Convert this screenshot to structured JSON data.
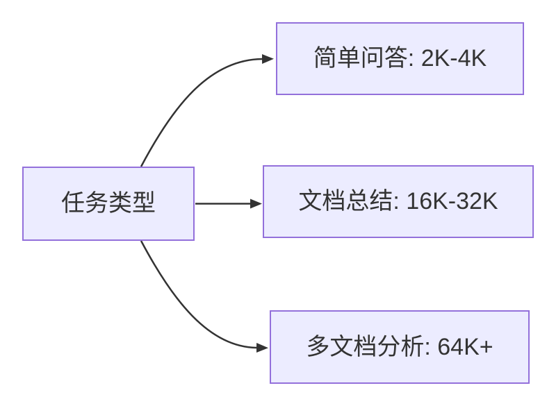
{
  "diagram": {
    "type": "flowchart-left-to-right",
    "root": {
      "id": "task-type",
      "label": "任务类型"
    },
    "branches": [
      {
        "id": "simple-qa",
        "label": "简单问答: 2K-4K"
      },
      {
        "id": "doc-summary",
        "label": "文档总结: 16K-32K"
      },
      {
        "id": "multi-doc-analysis",
        "label": "多文档分析: 64K+"
      }
    ],
    "edges": [
      {
        "from": "task-type",
        "to": "simple-qa"
      },
      {
        "from": "task-type",
        "to": "doc-summary"
      },
      {
        "from": "task-type",
        "to": "multi-doc-analysis"
      }
    ],
    "colors": {
      "node_fill": "#ECECFF",
      "node_border": "#9370DB",
      "edge_stroke": "#333333",
      "text": "#333333",
      "background": "#FFFFFF"
    }
  }
}
